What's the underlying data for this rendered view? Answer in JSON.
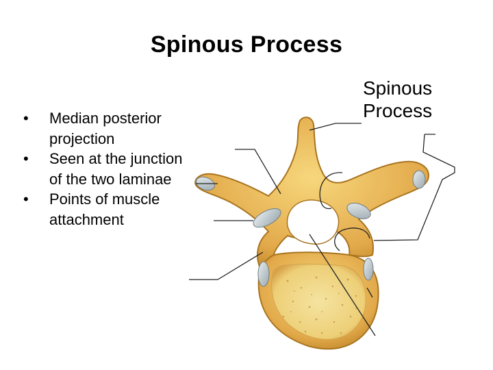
{
  "slide": {
    "title": "Spinous Process",
    "bullets": [
      "Median posterior projection",
      "Seen at the junction of the two laminae",
      "Points of muscle attachment"
    ]
  },
  "diagram": {
    "label_line1": "Spinous",
    "label_line2": "Process",
    "colors": {
      "bone": "#e6b64f",
      "bone_dark": "#b7852a",
      "body_core": "#f2d98a",
      "cartilage": "#b8c3c7"
    }
  }
}
